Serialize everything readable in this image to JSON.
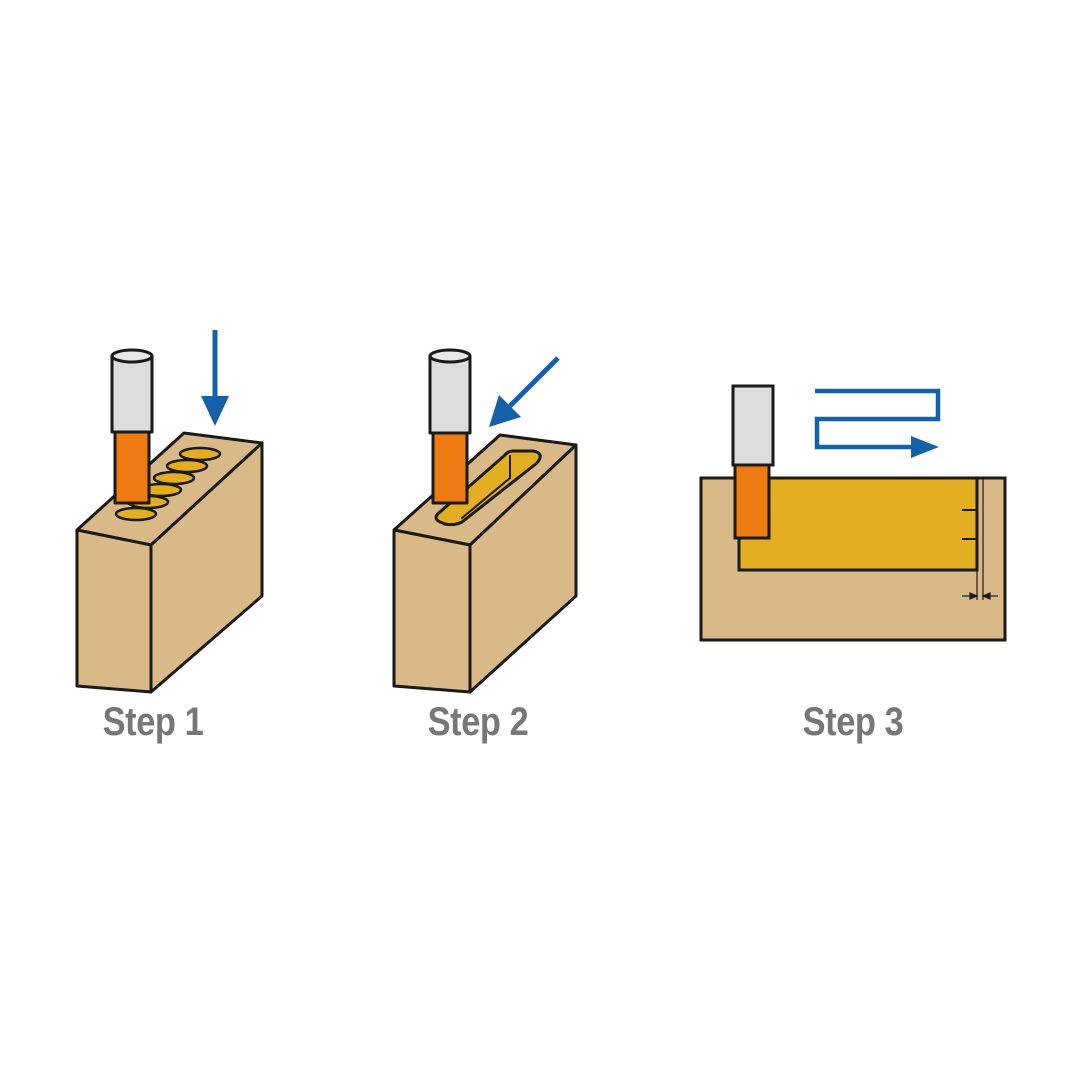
{
  "steps": [
    {
      "label": "Step 1",
      "motion": "plunge-down"
    },
    {
      "label": "Step 2",
      "motion": "diagonal-slot"
    },
    {
      "label": "Step 3",
      "motion": "side-to-side-pass"
    }
  ],
  "colors": {
    "wood": "#D9B988",
    "wood_dark_side": "#D3B17F",
    "pocket": "#E3AE22",
    "bit_cutter": "#EE7A12",
    "bit_shank": "#DCDCDC",
    "outline": "#1A1A1A",
    "arrow": "#1560A8",
    "label": "#777777"
  }
}
